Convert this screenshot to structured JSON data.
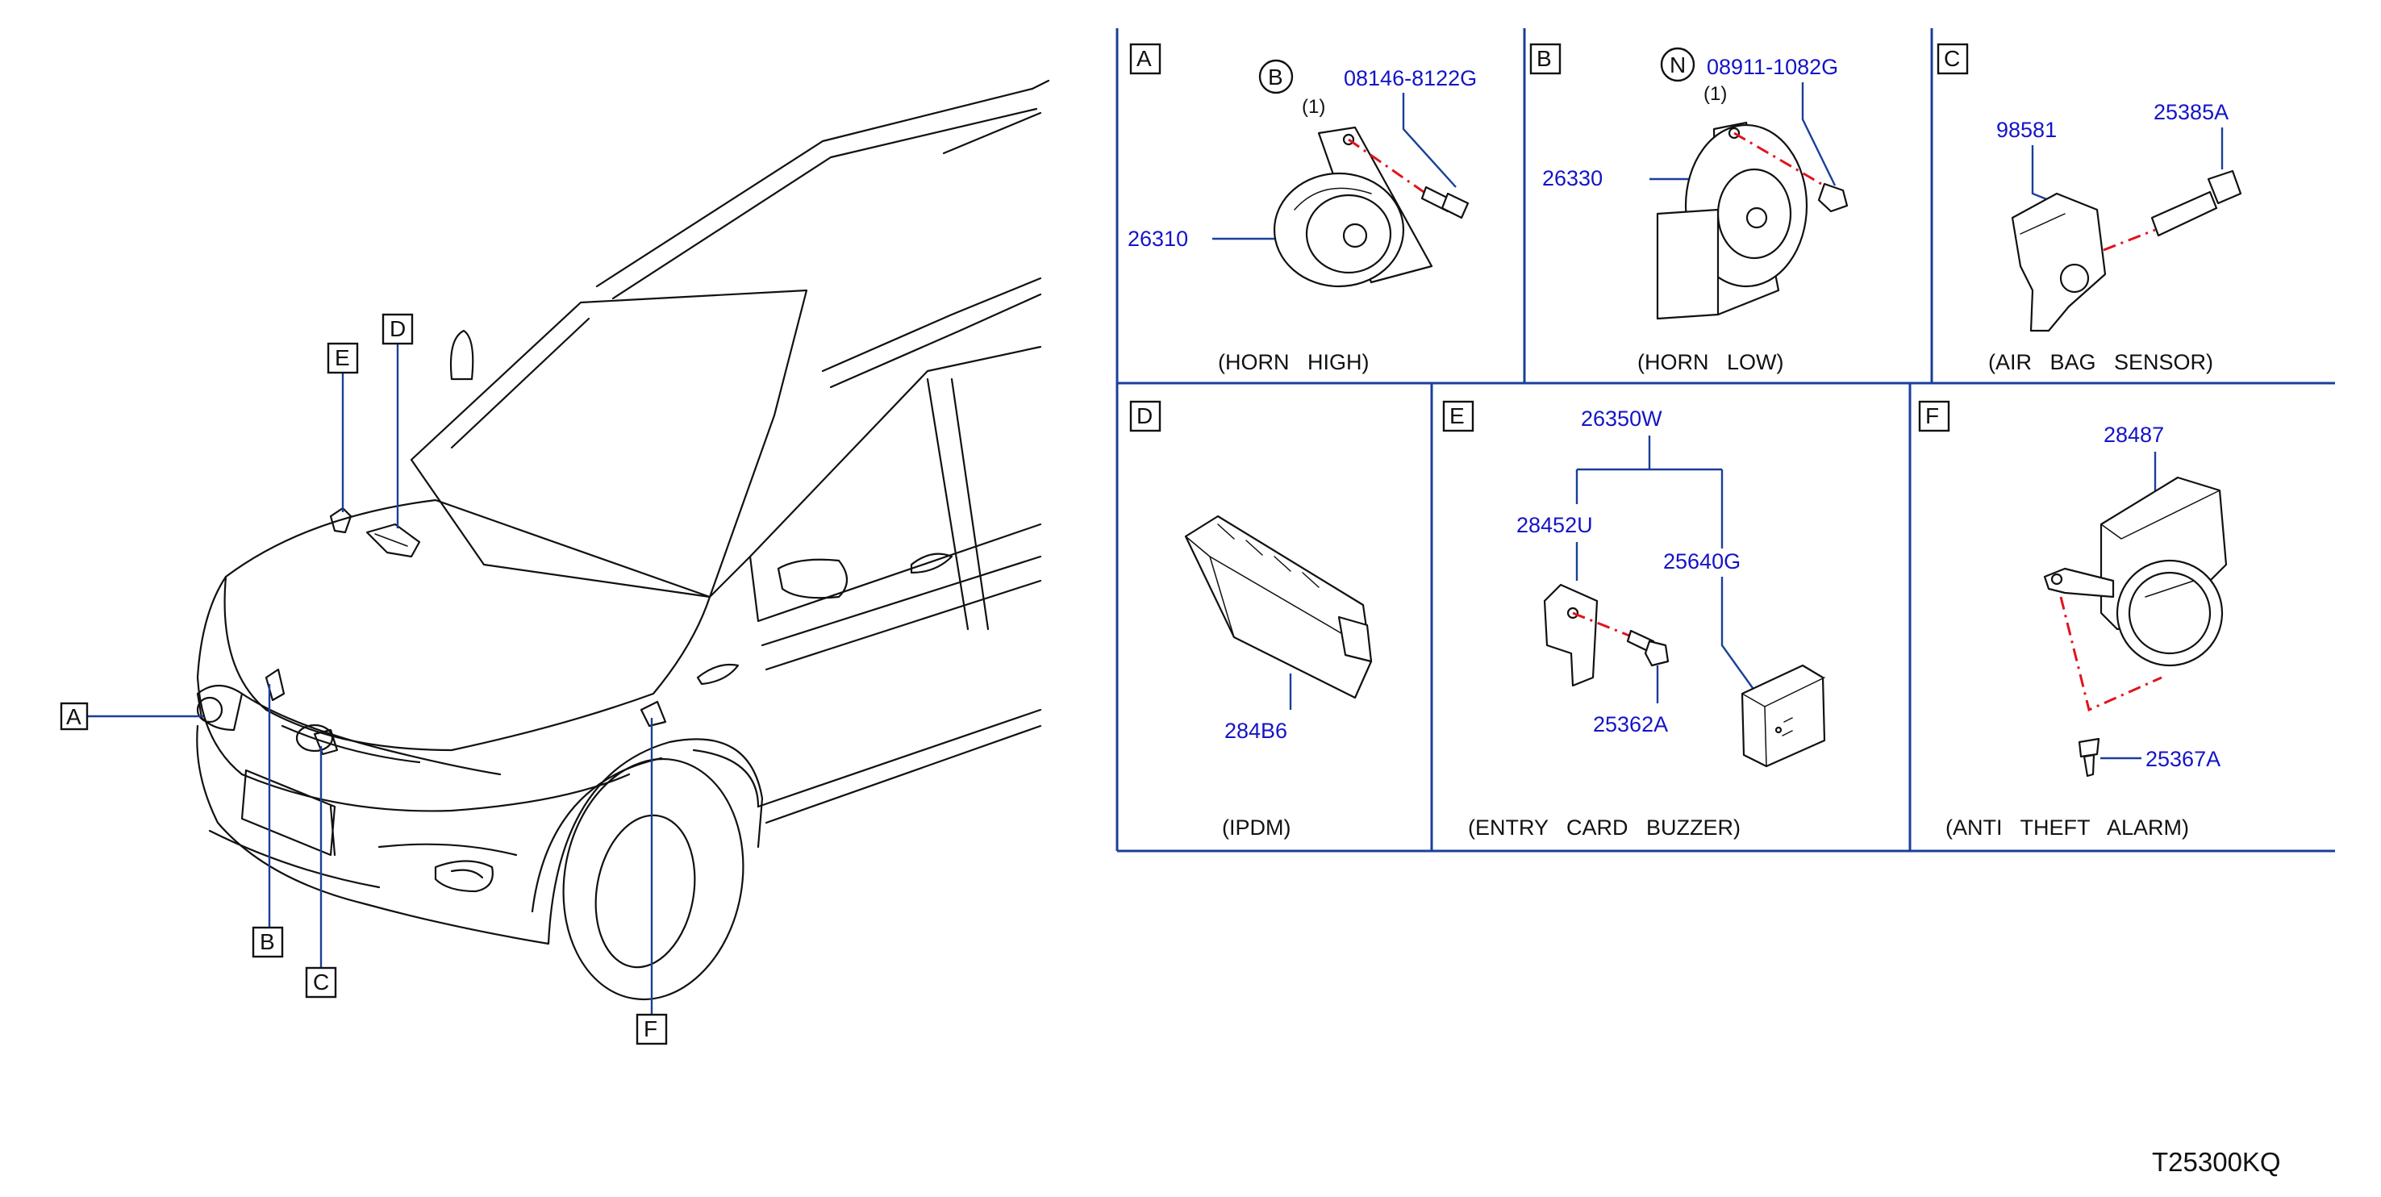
{
  "diagram_code": "T25300KQ",
  "car_callouts": [
    "A",
    "B",
    "C",
    "D",
    "E",
    "F"
  ],
  "panels": {
    "A": {
      "letter": "A",
      "caption": "(HORN   HIGH)",
      "symbol": "B",
      "qty": "(1)",
      "parts": {
        "bolt": "08146-8122G",
        "horn": "26310"
      }
    },
    "B": {
      "letter": "B",
      "caption": "(HORN   LOW)",
      "symbol": "N",
      "qty": "(1)",
      "parts": {
        "nut": "08911-1082G",
        "horn": "26330"
      }
    },
    "C": {
      "letter": "C",
      "caption": "(AIR   BAG   SENSOR)",
      "parts": {
        "sensor": "98581",
        "bolt": "25385A"
      }
    },
    "D": {
      "letter": "D",
      "caption": "(IPDM)",
      "parts": {
        "ipdm": "284B6"
      }
    },
    "E": {
      "letter": "E",
      "caption": "(ENTRY   CARD   BUZZER)",
      "parts": {
        "assembly": "26350W",
        "bracket": "28452U",
        "buzzer": "25640G",
        "bolt": "25362A"
      }
    },
    "F": {
      "letter": "F",
      "caption": "(ANTI   THEFT   ALARM)",
      "parts": {
        "alarm": "28487",
        "bolt": "25367A"
      }
    }
  }
}
